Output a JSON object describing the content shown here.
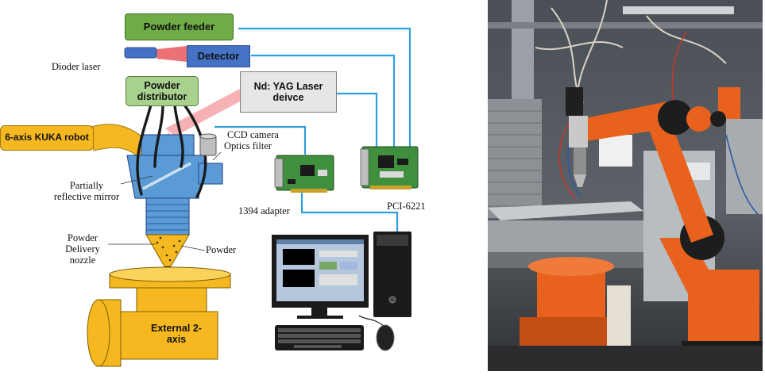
{
  "boxes": {
    "powder_feeder": "Powder feeder",
    "detector": "Detector",
    "powder_distributor": "Powder distributor",
    "ndyag": "Nd: YAG Laser deivce",
    "kuka_robot": "6-axis KUKA robot",
    "external_axis": "External 2-axis"
  },
  "labels": {
    "dioder_laser": "Dioder laser",
    "ccd_camera": "CCD camera",
    "optics_filter": "Optics filter",
    "partially_reflective_mirror": "Partially reflective mirror",
    "powder_delivery_nozzle": "Powder Delivery nozzle",
    "powder": "Powder",
    "adapter_1394": "1394 adapter",
    "pci_6221": "PCI-6221"
  },
  "colors": {
    "green_box": "#70ad47",
    "green_box_light": "#a9d18e",
    "blue_box": "#4472c4",
    "gray_box": "#e7e6e6",
    "orange": "#f5b820",
    "cable_blue": "#2e9fe0",
    "laser_pink": "#f4a3a8",
    "robot_orange": "#e8621e"
  }
}
